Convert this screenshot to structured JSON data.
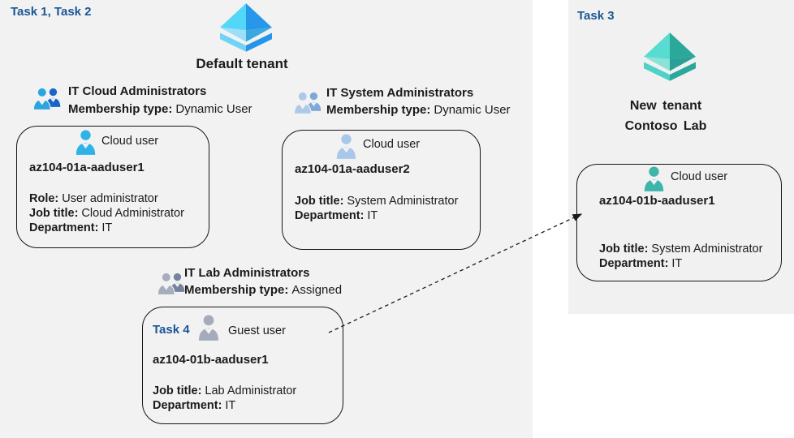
{
  "left": {
    "task_label": "Task 1, Task 2",
    "tenant_name": "Default tenant",
    "groups": {
      "cloud": {
        "name": "IT Cloud Administrators",
        "membership_label": "Membership type:",
        "membership_value": "Dynamic User",
        "card": {
          "user_type": "Cloud user",
          "username": "az104-01a-aaduser1",
          "role_label": "Role:",
          "role_value": "User administrator",
          "job_label": "Job title:",
          "job_value": "Cloud Administrator",
          "dept_label": "Department:",
          "dept_value": "IT"
        }
      },
      "system": {
        "name": "IT System Administrators",
        "membership_label": "Membership type:",
        "membership_value": "Dynamic User",
        "card": {
          "user_type": "Cloud user",
          "username": "az104-01a-aaduser2",
          "job_label": "Job title:",
          "job_value": "System Administrator",
          "dept_label": "Department:",
          "dept_value": "IT"
        }
      },
      "lab": {
        "name": "IT Lab Administrators",
        "membership_label": "Membership type:",
        "membership_value": "Assigned",
        "card": {
          "task_label": "Task 4",
          "user_type": "Guest user",
          "username": "az104-01b-aaduser1",
          "job_label": "Job title:",
          "job_value": "Lab Administrator",
          "dept_label": "Department:",
          "dept_value": "IT"
        }
      }
    }
  },
  "right": {
    "task_label": "Task 3",
    "tenant_name_line1": "New tenant",
    "tenant_name_line2": "Contoso Lab",
    "card": {
      "user_type": "Cloud user",
      "username": "az104-01b-aaduser1",
      "job_label": "Job title:",
      "job_value": "System Administrator",
      "dept_label": "Department:",
      "dept_value": "IT"
    }
  },
  "icons": {
    "default_tenant": "azure-tenant-icon-blue",
    "new_tenant": "azure-tenant-icon-teal",
    "group": "two-people-group-icon",
    "cloud_user": "person-icon",
    "guest_user": "person-icon"
  },
  "colors": {
    "task_label_blue": "#1b5796",
    "canvas_gray": "#f2f2f2",
    "box_border": "#161616",
    "group_cloud_front": "#2ba4e0",
    "group_cloud_back": "#1667c9",
    "group_system_front": "#aec9e8",
    "group_system_back": "#7fa8d8",
    "group_lab_front": "#a6adbb",
    "group_lab_back": "#76839e",
    "user_cloud1": "#2fb2e8",
    "user_cloud2": "#a9c8e9",
    "user_guest": "#a4abba",
    "user_teal": "#3db5ab",
    "tenant_blue_light": "#53d7f9",
    "tenant_blue_dark": "#2697e9",
    "tenant_teal_light": "#58dcd1",
    "tenant_teal_dark": "#2aa89a"
  }
}
